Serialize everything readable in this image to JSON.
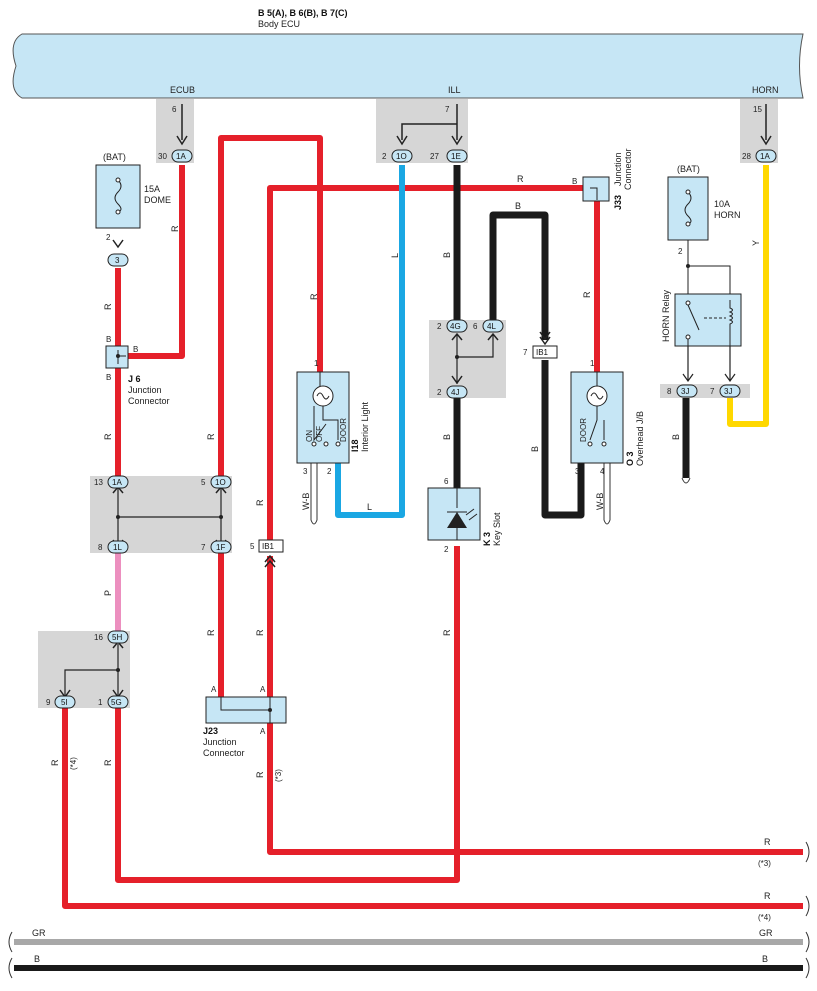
{
  "header": {
    "connectors": "B 5(A), B 6(B), B 7(C)",
    "name": "Body ECU"
  },
  "ecu_terminals": {
    "ecub": "ECUB",
    "ill": "ILL",
    "horn": "HORN"
  },
  "ecu_pins": {
    "ecub_num": "6",
    "ecub_pin": "30",
    "ecub_code": "1A",
    "ill_num": "7",
    "ill_pin_a": "2",
    "ill_code_a": "1O",
    "ill_pin_b": "27",
    "ill_code_b": "1E",
    "horn_num": "15",
    "horn_pin": "28",
    "horn_code": "1A"
  },
  "fuses": {
    "dome": {
      "source": "(BAT)",
      "rating": "15A",
      "name": "DOME",
      "pin": "2",
      "code": "3"
    },
    "horn": {
      "source": "(BAT)",
      "rating": "10A",
      "name": "HORN",
      "pin": "2"
    }
  },
  "horn_relay": {
    "name": "HORN Relay",
    "pin_a": "8",
    "code_a": "3J",
    "pin_b": "7",
    "code_b": "3J"
  },
  "components": {
    "j6": {
      "id": "J 6",
      "line1": "Junction",
      "line2": "Connector",
      "pin_top": "B",
      "pin_side": "B",
      "pin_bottom": "B"
    },
    "j33": {
      "id": "J33",
      "line1": "Junction",
      "line2": "Connector",
      "pin": "B"
    },
    "j23": {
      "id": "J23",
      "line1": "Junction",
      "line2": "Connector",
      "pin_a1": "A",
      "pin_a2": "A",
      "pin_a3": "A"
    },
    "i18": {
      "id": "I18",
      "name": "Interior Light",
      "on": "ON",
      "off": "OFF",
      "door": "DOOR",
      "pin_top": "1",
      "pin_l": "3",
      "pin_r": "2"
    },
    "o3": {
      "id": "O 3",
      "name": "Overhead J/B",
      "door": "DOOR",
      "pin_top": "1",
      "pin_l": "3",
      "pin_r": "4"
    },
    "k3": {
      "id": "K 3",
      "name": "Key Slot",
      "pin_top": "6",
      "pin_bottom": "2"
    }
  },
  "junction_blocks": {
    "jb1": {
      "p13": "13",
      "c1A": "1A",
      "p5": "5",
      "c1O": "1O",
      "p8": "8",
      "c1L": "1L",
      "p7": "7",
      "c1F": "1F"
    },
    "jb2": {
      "p2": "2",
      "c4G": "4G",
      "p6": "6",
      "c4L": "4L",
      "p2b": "2",
      "c4J": "4J"
    },
    "jb3": {
      "p16": "16",
      "c5H": "5H",
      "p9": "9",
      "c5I": "5I",
      "p1": "1",
      "c5G": "5G"
    },
    "ib1_a": {
      "pin": "5",
      "code": "IB1"
    },
    "ib1_b": {
      "pin": "7",
      "code": "IB1"
    }
  },
  "wire_colors": {
    "r": "R",
    "b": "B",
    "l": "L",
    "y": "Y",
    "p": "P",
    "wb": "W-B",
    "gr": "GR"
  },
  "refs": {
    "r3": "(*3)",
    "r4": "(*4)"
  },
  "colors": {
    "red": "#e5202a",
    "black": "#1a1a1a",
    "blue": "#1aa7e3",
    "yellow": "#ffd800",
    "pink": "#ec8fbf",
    "gray": "#a8a8a8",
    "ecu": "#c6e6f5",
    "block": "#d6d6d6"
  }
}
